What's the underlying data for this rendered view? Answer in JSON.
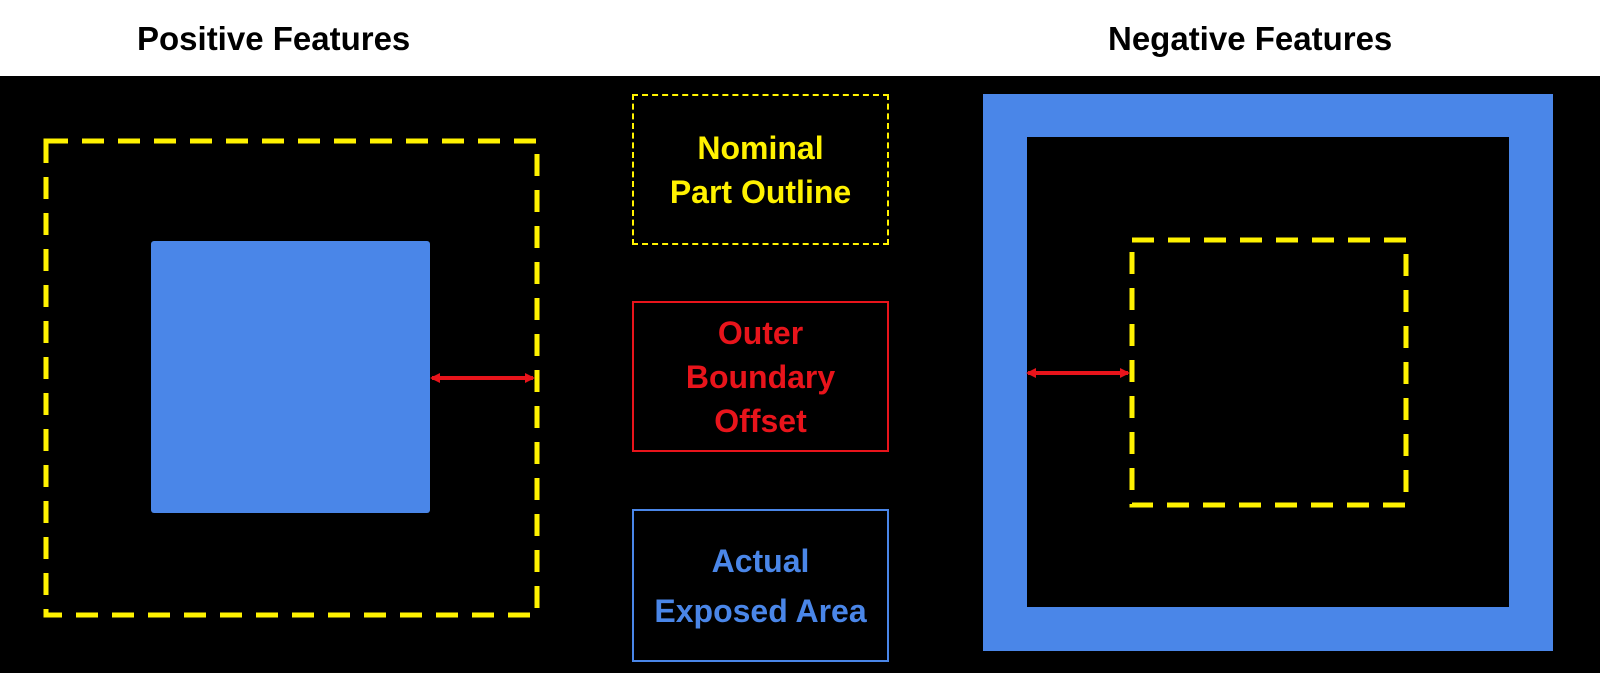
{
  "headings": {
    "left": "Positive Features",
    "right": "Negative Features"
  },
  "legend": {
    "nominal": {
      "line1": "Nominal",
      "line2": "Part Outline"
    },
    "offset": {
      "line1": "Outer",
      "line2": "Boundary",
      "line3": "Offset"
    },
    "exposed": {
      "line1": "Actual",
      "line2": "Exposed Area"
    }
  },
  "colors": {
    "nominal_outline": "#fff200",
    "boundary_offset": "#e8141b",
    "exposed_area": "#4a86e8",
    "background": "#000000",
    "header_background": "#ffffff"
  }
}
